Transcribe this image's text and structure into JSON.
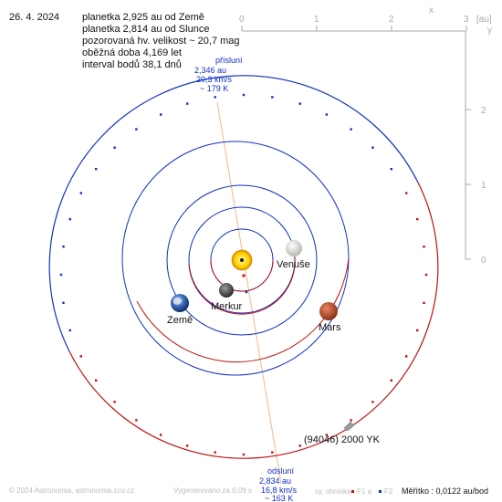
{
  "header": {
    "date": "26. 4. 2024",
    "lines": [
      "planetka 2,925 au od Země",
      "planetka 2,814 au od Slunce",
      "pozorovaná hv. velikost ~ 20,7 mag",
      "oběžná doba 4,169 let",
      "interval bodů 38,1 dnů"
    ]
  },
  "axes": {
    "unit_label": "[au]",
    "x_axis_letter": "x",
    "y_axis_letter": "y",
    "x_ticks": [
      "0",
      "1",
      "2",
      "3"
    ],
    "y_ticks": [
      "2",
      "1",
      "0"
    ]
  },
  "perihelion": {
    "title": "přísluní",
    "distance": "2,346 au",
    "speed": "20,3 km/s",
    "temperature": "~ 179 K"
  },
  "aphelion": {
    "title": "odsluní",
    "distance": "2,834 au",
    "speed": "16,8 km/s",
    "temperature": "~ 163 K"
  },
  "bodies": {
    "sun": "",
    "mercury": "Merkur",
    "venus": "Venuše",
    "earth": "Země",
    "mars": "Mars",
    "asteroid": "(94046) 2000 YK"
  },
  "footer": {
    "copyright": "© 2024 Astronomia, astronomia.zcu.cz",
    "generated": "Vygenerováno za 0,09 s",
    "legend_tail": "sy, ohniska",
    "f1": "F1 a",
    "f2": "F2",
    "scale": "Měřítko : 0,0122 au/bod"
  },
  "colors": {
    "above_ecliptic": "#1030c0",
    "below_ecliptic": "#c01010",
    "apsis_line": "#f0b890",
    "axis_gray": "#aaaaaa",
    "sun": "#ffd000",
    "mars": "#b84a2e"
  }
}
